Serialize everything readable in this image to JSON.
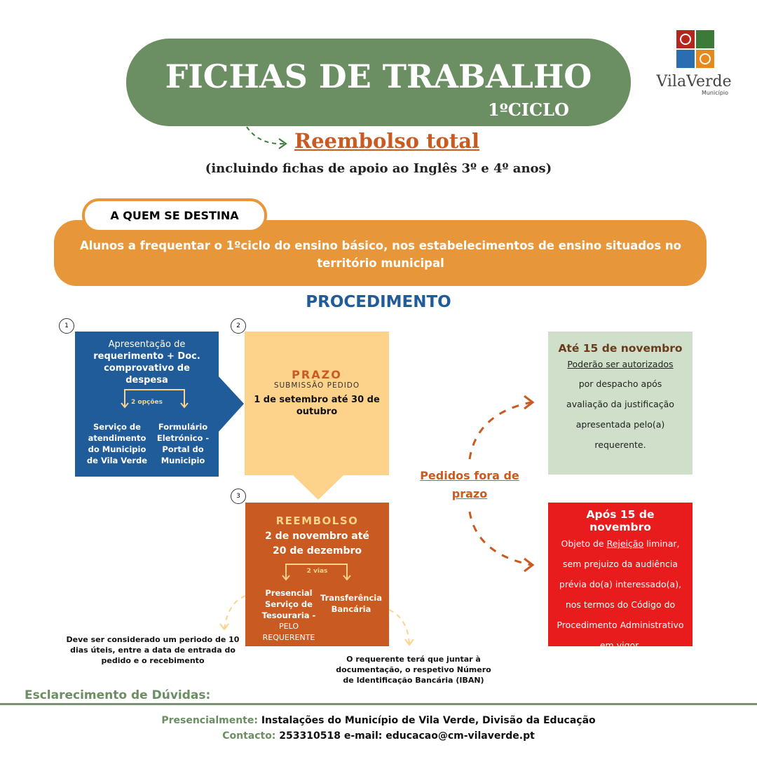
{
  "header": {
    "title": "FICHAS DE TRABALHO",
    "subtitle": "1ºCICLO",
    "logo_text": "VilaVerde",
    "logo_sub": "Município"
  },
  "headline": {
    "title": "Reembolso total",
    "note": "(incluindo fichas de apoio ao Inglês 3º e 4º anos)"
  },
  "audience": {
    "tab": "A QUEM SE DESTINA",
    "text": "Alunos a frequentar o 1ºciclo do ensino básico, nos estabelecimentos de ensino situados no território municipal"
  },
  "procedure": {
    "title": "PROCEDIMENTO",
    "step1": {
      "num": "1",
      "intro": "Apresentação de",
      "main": "requerimento  + Doc. comprovativo de despesa",
      "options_label": "2 opções",
      "option_a": "Serviço de atendimento do Municipio de Vila Verde",
      "option_b": "Formulário Eletrónico - Portal do Municipio"
    },
    "step2": {
      "num": "2",
      "title": "PRAZO",
      "subtitle": "SUBMISSÃO PEDIDO",
      "dates": "1 de setembro até 30 de outubro"
    },
    "step3": {
      "num": "3",
      "title": "REEMBOLSO",
      "dates": "2 de novembro até 20 de dezembro",
      "ways_label": "2 vias",
      "way_a": "Presencial Serviço de Tesouraria -",
      "way_a_extra": "PELO REQUERENTE",
      "way_b": "Transferência Bancária",
      "note_a": "Deve ser considerado um periodo de 10 dias úteis, entre a data de entrada do pedido e o recebimento",
      "note_b": "O requerente terá que juntar  à documentação, o respetivo Número de Identificação Bancária (IBAN)"
    },
    "late": {
      "label": "Pedidos fora de prazo",
      "before": {
        "title": "Até 15 de novembro",
        "lead": "Poderão ser autorizados",
        "text": "por despacho após avaliação da justificação apresentada pelo(a) requerente."
      },
      "after": {
        "title": "Após 15 de novembro",
        "pre": "Objeto de ",
        "keyword": "Rejeição",
        "text": " liminar, sem prejuizo da audiência prévia do(a) interessado(a), nos termos do Código do Procedimento Administrativo em vigor."
      }
    }
  },
  "footer": {
    "heading": "Esclarecimento de Dúvidas:",
    "in_person_label": "Presencialmente:",
    "in_person": " Instalações do Município de Vila Verde, Divisão da Educação",
    "contact_label": "Contacto:",
    "contact": " 253310518 e-mail: educacao@cm-vilaverde.pt"
  },
  "colors": {
    "green": "#6b8e63",
    "orange": "#e8963a",
    "blue": "#1f5c99",
    "peach": "#fdd28a",
    "rust": "#c95a22",
    "red": "#e81c1c",
    "mint": "#cfdfca"
  }
}
